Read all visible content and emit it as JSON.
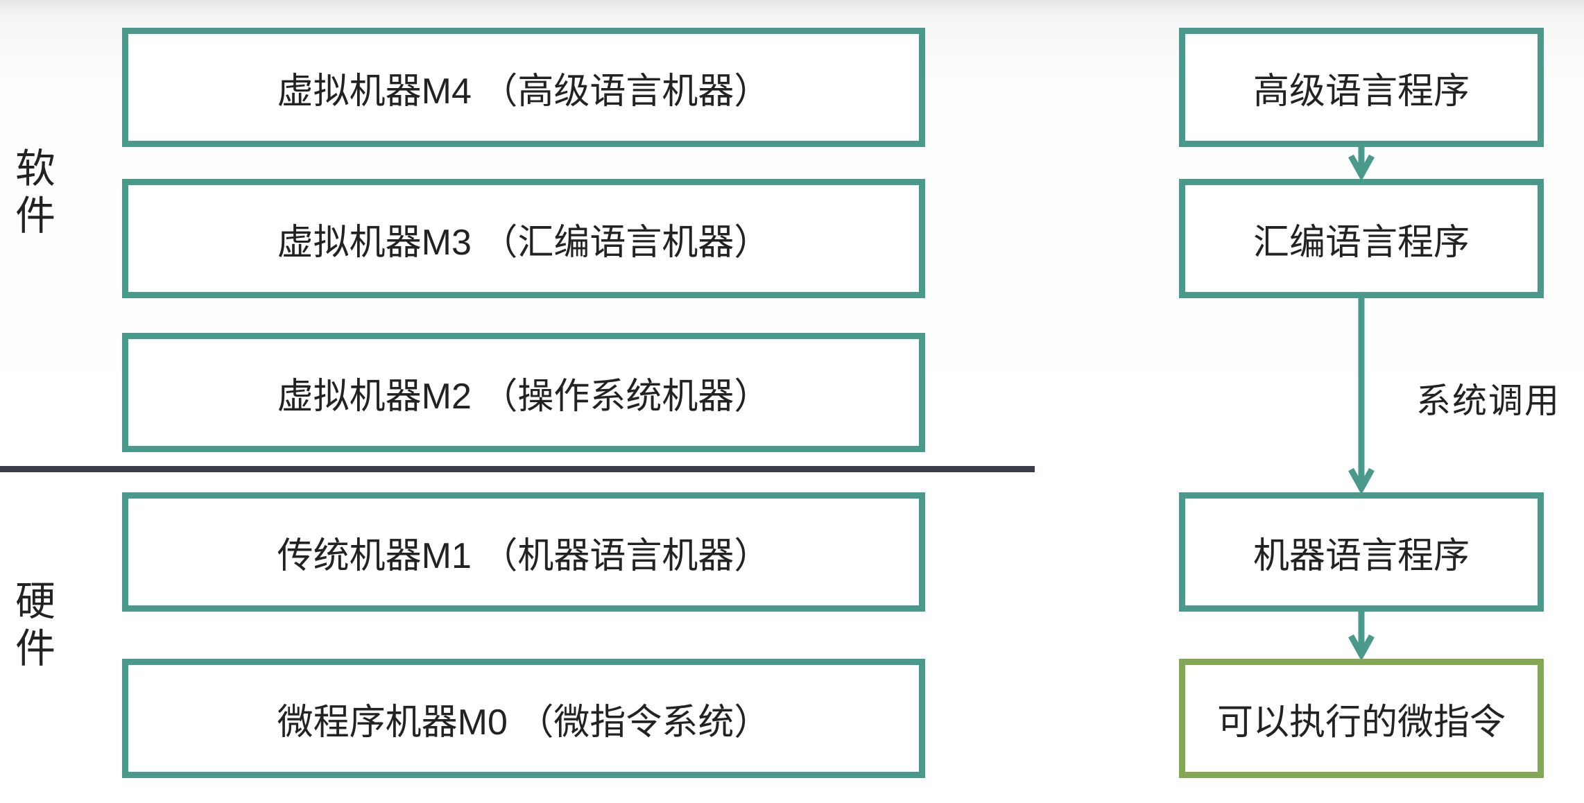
{
  "diagram": {
    "left_panel": {
      "software_label": "软件",
      "hardware_label": "硬件",
      "layers": [
        {
          "id": "M4",
          "section": "software",
          "label": "虚拟机器M4 （高级语言机器）"
        },
        {
          "id": "M3",
          "section": "software",
          "label": "虚拟机器M3 （汇编语言机器）"
        },
        {
          "id": "M2",
          "section": "software",
          "label": "虚拟机器M2 （操作系统机器）"
        },
        {
          "id": "M1",
          "section": "hardware",
          "label": "传统机器M1 （机器语言机器）"
        },
        {
          "id": "M0",
          "section": "hardware",
          "label": "微程序机器M0 （微指令系统）"
        }
      ]
    },
    "right_panel": {
      "nodes": [
        {
          "label": "高级语言程序",
          "border": "teal"
        },
        {
          "label": "汇编语言程序",
          "border": "teal"
        },
        {
          "label": "机器语言程序",
          "border": "teal"
        },
        {
          "label": "可以执行的微指令",
          "border": "green"
        }
      ],
      "arrow_label": "系统调用"
    },
    "colors": {
      "teal_border": "#4a9a8b",
      "green_border": "#84a756",
      "arrow": "#4a9a8b",
      "divider": "#3a3f49",
      "text": "#222222"
    }
  }
}
